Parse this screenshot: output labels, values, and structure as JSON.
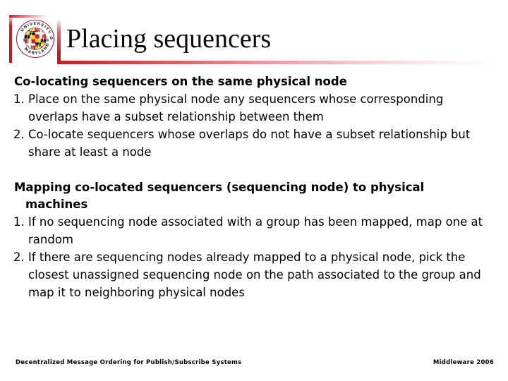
{
  "slide": {
    "title": "Placing sequencers",
    "logo": {
      "name": "university-of-maryland-seal",
      "ring_text_top": "UNIVERSITY OF",
      "ring_text_bottom": "MARYLAND",
      "accent_color": "#c8202a",
      "gold_color": "#ffc20e"
    },
    "accent_color": "#bf1f28"
  },
  "body": {
    "sections": [
      {
        "heading": "Co-locating sequencers on the same physical node",
        "heading_wrap": "",
        "items": [
          "1. Place on the same physical node any sequencers whose corresponding overlaps have a subset relationship between them",
          "2. Co-locate sequencers whose overlaps do not have a subset relationship but share at least a node"
        ]
      },
      {
        "heading": "Mapping co-located sequencers (sequencing node) to physical",
        "heading_wrap": "machines",
        "items": [
          "1. If no sequencing node associated with a group has been mapped, map one at random",
          "2. If there are sequencing nodes already mapped to a physical node, pick the closest unassigned sequencing node on the path associated to the group and map it to neighboring physical nodes"
        ]
      }
    ]
  },
  "footer": {
    "left": "Decentralized Message Ordering for Publish/Subscribe Systems",
    "right": "Middleware 2006"
  }
}
